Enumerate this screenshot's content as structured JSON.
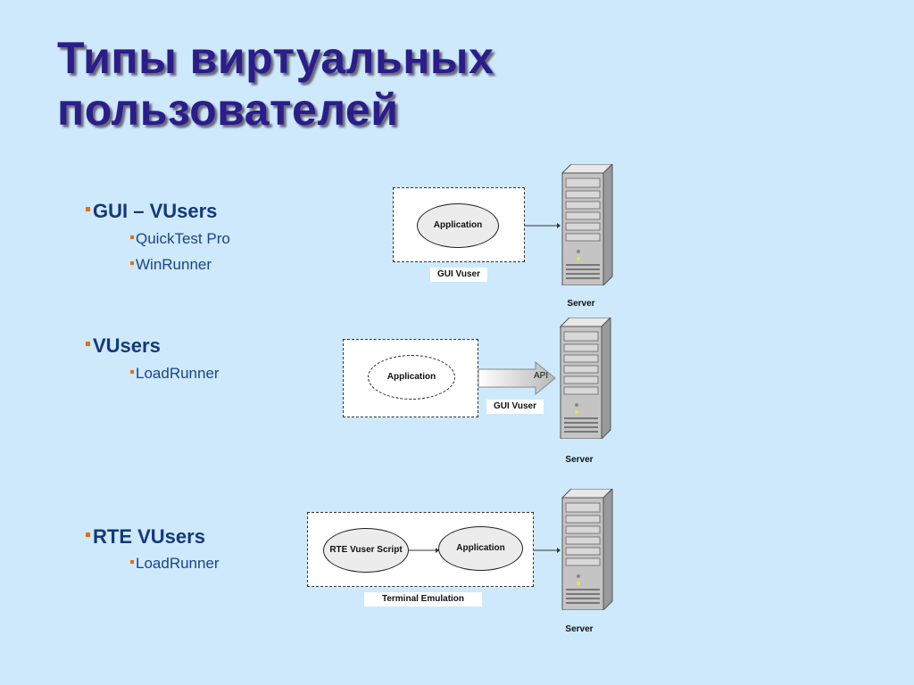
{
  "title": "Типы виртуальных пользователей",
  "sections": [
    {
      "heading": "GUI – VUsers",
      "items": [
        "QuickTest Pro",
        "WinRunner"
      ]
    },
    {
      "heading": "VUsers",
      "items": [
        "LoadRunner"
      ]
    },
    {
      "heading": "RTE VUsers",
      "items": [
        "LoadRunner"
      ]
    }
  ],
  "diagram1": {
    "app_label": "Application",
    "box_label": "GUI Vuser",
    "server_label": "Server"
  },
  "diagram2": {
    "app_label": "Application",
    "box_label": "GUI Vuser",
    "api_label": "API",
    "server_label": "Server"
  },
  "diagram3": {
    "script_label": "RTE Vuser Script",
    "app_label": "Application",
    "box_label": "Terminal Emulation",
    "server_label": "Server"
  }
}
